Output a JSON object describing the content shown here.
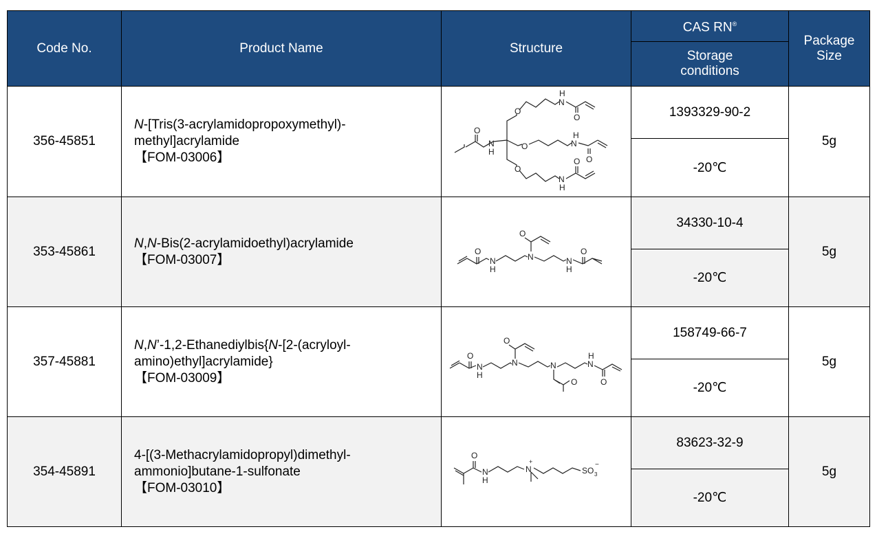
{
  "header": {
    "code_no": "Code No.",
    "product_name": "Product Name",
    "structure": "Structure",
    "cas_rn": "CAS RN",
    "cas_rn_mark": "®",
    "storage_line1": "Storage",
    "storage_line2": "conditions",
    "package_line1": "Package",
    "package_line2": "Size"
  },
  "rows": [
    {
      "code": "356-45851",
      "name_italic": "N",
      "name_line1": "-[Tris(3-acrylamidopropoxymethyl)-",
      "name_line2": "methyl]acrylamide",
      "name_line3": "【FOM-03006】",
      "cas": "1393329-90-2",
      "storage": "-20℃",
      "package": "5g",
      "structure_labels": {
        "h_top": "H",
        "n_top": "N",
        "o_top": "O",
        "o_ether1": "O",
        "o_left": "O",
        "n_left": "N",
        "h_left": "H",
        "o_ether2": "O",
        "h_mid": "H",
        "n_mid": "N",
        "o_mid": "O",
        "o_ether3": "O",
        "o_bot": "O",
        "n_bot": "N",
        "h_bot": "H"
      }
    },
    {
      "code": "353-45861",
      "name_italic": "N",
      "name_sep": ",",
      "name_italic2": "N",
      "name_line1": "-Bis(2-acrylamidoethyl)acrylamide",
      "name_line2": "【FOM-03007】",
      "cas": "34330-10-4",
      "storage": "-20℃",
      "package": "5g",
      "structure_labels": {
        "o1": "O",
        "o2": "O",
        "o3": "O",
        "n_center": "N",
        "n1": "N",
        "h1": "H",
        "n2": "N",
        "h2": "H"
      }
    },
    {
      "code": "357-45881",
      "name_italic": "N",
      "name_sep": ",",
      "name_italic2": "N",
      "name_part2": "’-1,2-Ethanediylbis{",
      "name_italic3": "N",
      "name_line1": "-[2-(acryloyl-",
      "name_line2": "amino)ethyl]acrylamide}",
      "name_line3": "【FOM-03009】",
      "cas": "158749-66-7",
      "storage": "-20℃",
      "package": "5g",
      "structure_labels": {
        "o1": "O",
        "o2": "O",
        "o3": "O",
        "o4": "O",
        "n1": "N",
        "h1": "H",
        "n2": "N",
        "n3": "N",
        "n4": "N",
        "h4": "H"
      }
    },
    {
      "code": "354-45891",
      "name_line1": "4-[(3-Methacrylamidopropyl)dimethyl-",
      "name_line2": "ammonio]butane-1-sulfonate",
      "name_line3": "【FOM-03010】",
      "cas": "83623-32-9",
      "storage": "-20℃",
      "package": "5g",
      "structure_labels": {
        "o": "O",
        "n": "N",
        "h": "H",
        "n_plus": "N",
        "plus": "+",
        "so3": "SO",
        "sub3": "3",
        "minus": "−"
      }
    }
  ]
}
